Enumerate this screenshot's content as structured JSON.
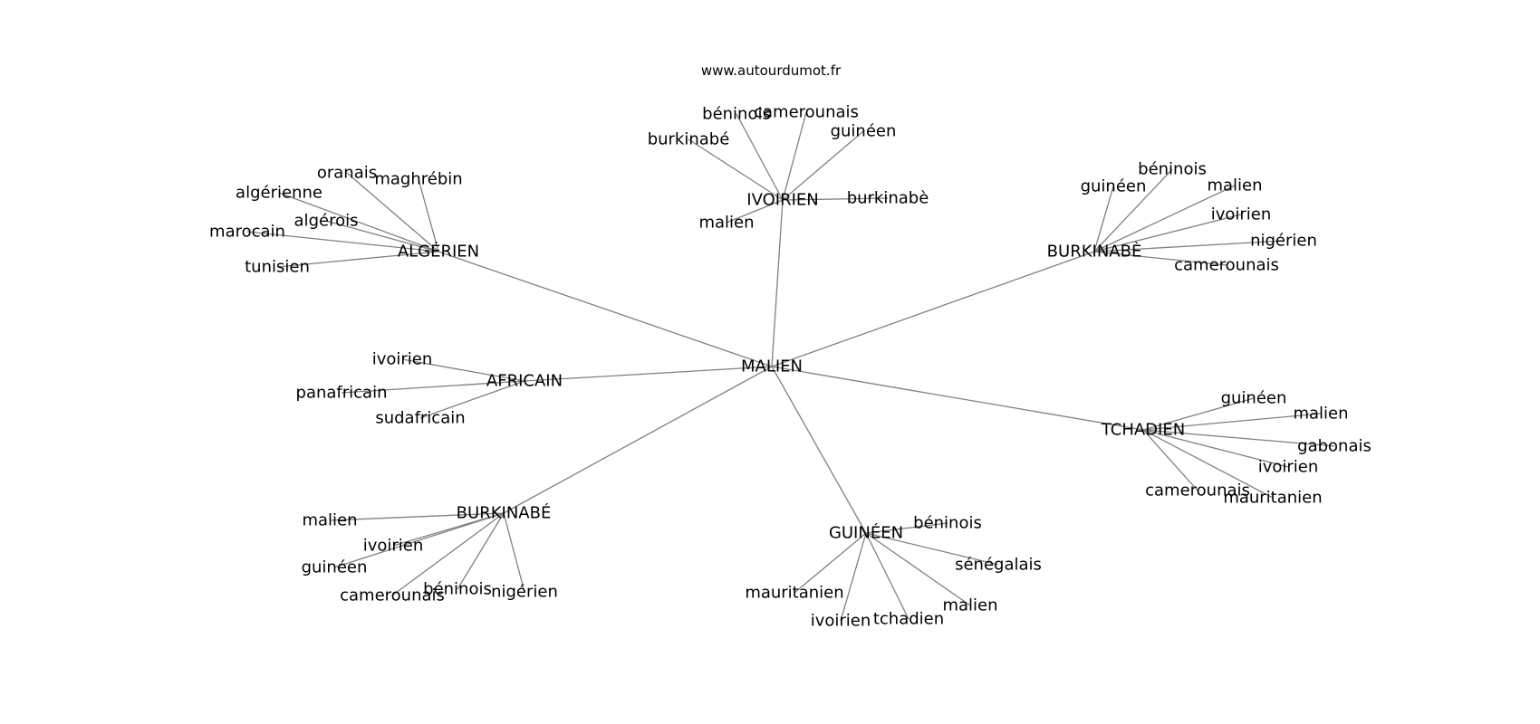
{
  "watermark": "www.autourdumot.fr",
  "colors": {
    "edge": "#808080",
    "text": "#000000",
    "background": "#ffffff"
  },
  "center": "MALIEN",
  "hubs": [
    {
      "id": "algerien",
      "label": "ALGÉRIEN",
      "leaves": [
        "oranais",
        "maghrébin",
        "algérienne",
        "algérois",
        "marocain",
        "tunisien"
      ]
    },
    {
      "id": "ivoirien",
      "label": "IVOIRIEN",
      "leaves": [
        "béninois",
        "camerounais",
        "guinéen",
        "burkinabé",
        "burkinabè",
        "malien"
      ]
    },
    {
      "id": "burkinabe-grave",
      "label": "BURKINABÈ",
      "leaves": [
        "béninois",
        "guinéen",
        "malien",
        "ivoirien",
        "nigérien",
        "camerounais"
      ]
    },
    {
      "id": "africain",
      "label": "AFRICAIN",
      "leaves": [
        "ivoirien",
        "panafricain",
        "sudafricain"
      ]
    },
    {
      "id": "tchadien",
      "label": "TCHADIEN",
      "leaves": [
        "guinéen",
        "malien",
        "gabonais",
        "ivoirien",
        "camerounais",
        "mauritanien"
      ]
    },
    {
      "id": "burkinabe-acute",
      "label": "BURKINABÉ",
      "leaves": [
        "malien",
        "ivoirien",
        "guinéen",
        "camerounais",
        "béninois",
        "nigérien"
      ]
    },
    {
      "id": "guineen",
      "label": "GUINÉEN",
      "leaves": [
        "béninois",
        "sénégalais",
        "mauritanien",
        "malien",
        "ivoirien",
        "tchadien"
      ]
    }
  ]
}
